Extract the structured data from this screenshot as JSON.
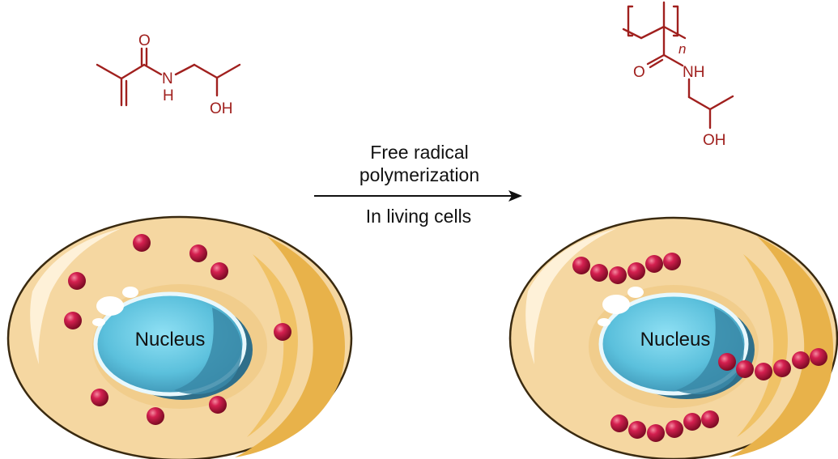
{
  "monomer": {
    "atom_O": "O",
    "atom_N": "N",
    "atom_H": "H",
    "atom_OH": "OH"
  },
  "polymer": {
    "atom_O": "O",
    "atom_NH": "NH",
    "atom_OH": "OH",
    "subscript_n": "n"
  },
  "reaction": {
    "line1": "Free radical",
    "line2": "polymerization",
    "condition": "In living cells"
  },
  "cells": {
    "left_nucleus": "Nucleus",
    "right_nucleus": "Nucleus"
  },
  "colors": {
    "structure": "#a0201e",
    "cell_membrane": "#3a2a10",
    "cytoplasm": "#f5d7a1",
    "nucleus": "#5bc0dc",
    "bead": "#c0143c"
  }
}
